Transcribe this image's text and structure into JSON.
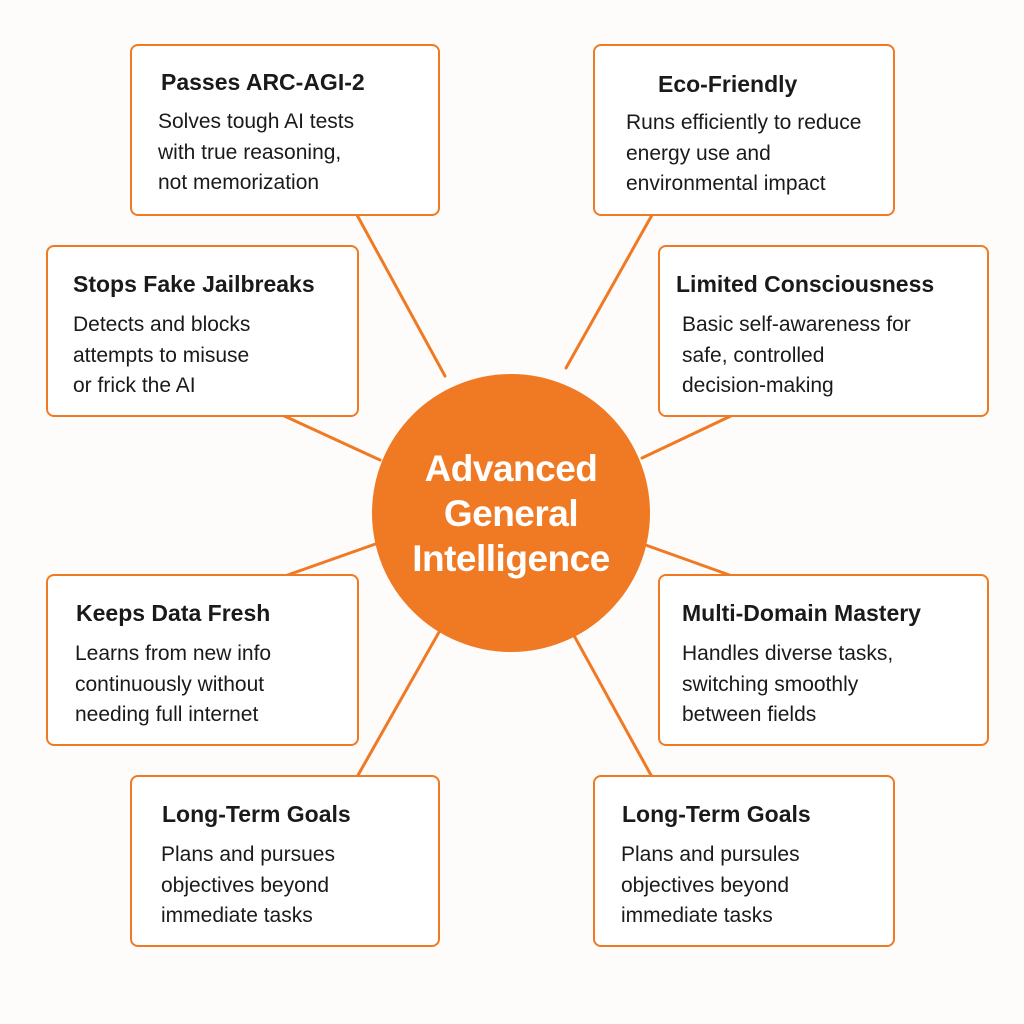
{
  "hub": {
    "lines": [
      "Advanced",
      "General",
      "Intelligence"
    ]
  },
  "cards": [
    {
      "title": "Passes ARC-AGI-2",
      "lines": [
        "Solves tough AI tests",
        "with true reasoning,",
        "not memorization"
      ]
    },
    {
      "title": "Eco-Friendly",
      "lines": [
        "Runs efficiently to reduce",
        "energy use and",
        "environmental impact"
      ]
    },
    {
      "title": "Stops Fake Jailbreaks",
      "lines": [
        "Detects and blocks",
        "attempts to misuse",
        "or frick the AI"
      ]
    },
    {
      "title": "Limited Consciousness",
      "lines": [
        "Basic self-awareness for",
        "safe, controlled",
        "decision-making"
      ]
    },
    {
      "title": "Keeps Data Fresh",
      "lines": [
        "Learns from new info",
        "continuously without",
        "needing full internet"
      ]
    },
    {
      "title": "Multi-Domain Mastery",
      "lines": [
        "Handles diverse tasks,",
        "switching smoothly",
        "between fields"
      ]
    },
    {
      "title": "Long-Term Goals",
      "lines": [
        "Plans and pursues",
        "objectives beyond",
        "immediate tasks"
      ]
    },
    {
      "title": "Long-Term Goals",
      "lines": [
        "Plans and pursules",
        "objectives beyond",
        "immediate tasks"
      ]
    }
  ],
  "colors": {
    "accent": "#f07a23",
    "text": "#1a1a1a",
    "background": "#fdfcfa"
  }
}
